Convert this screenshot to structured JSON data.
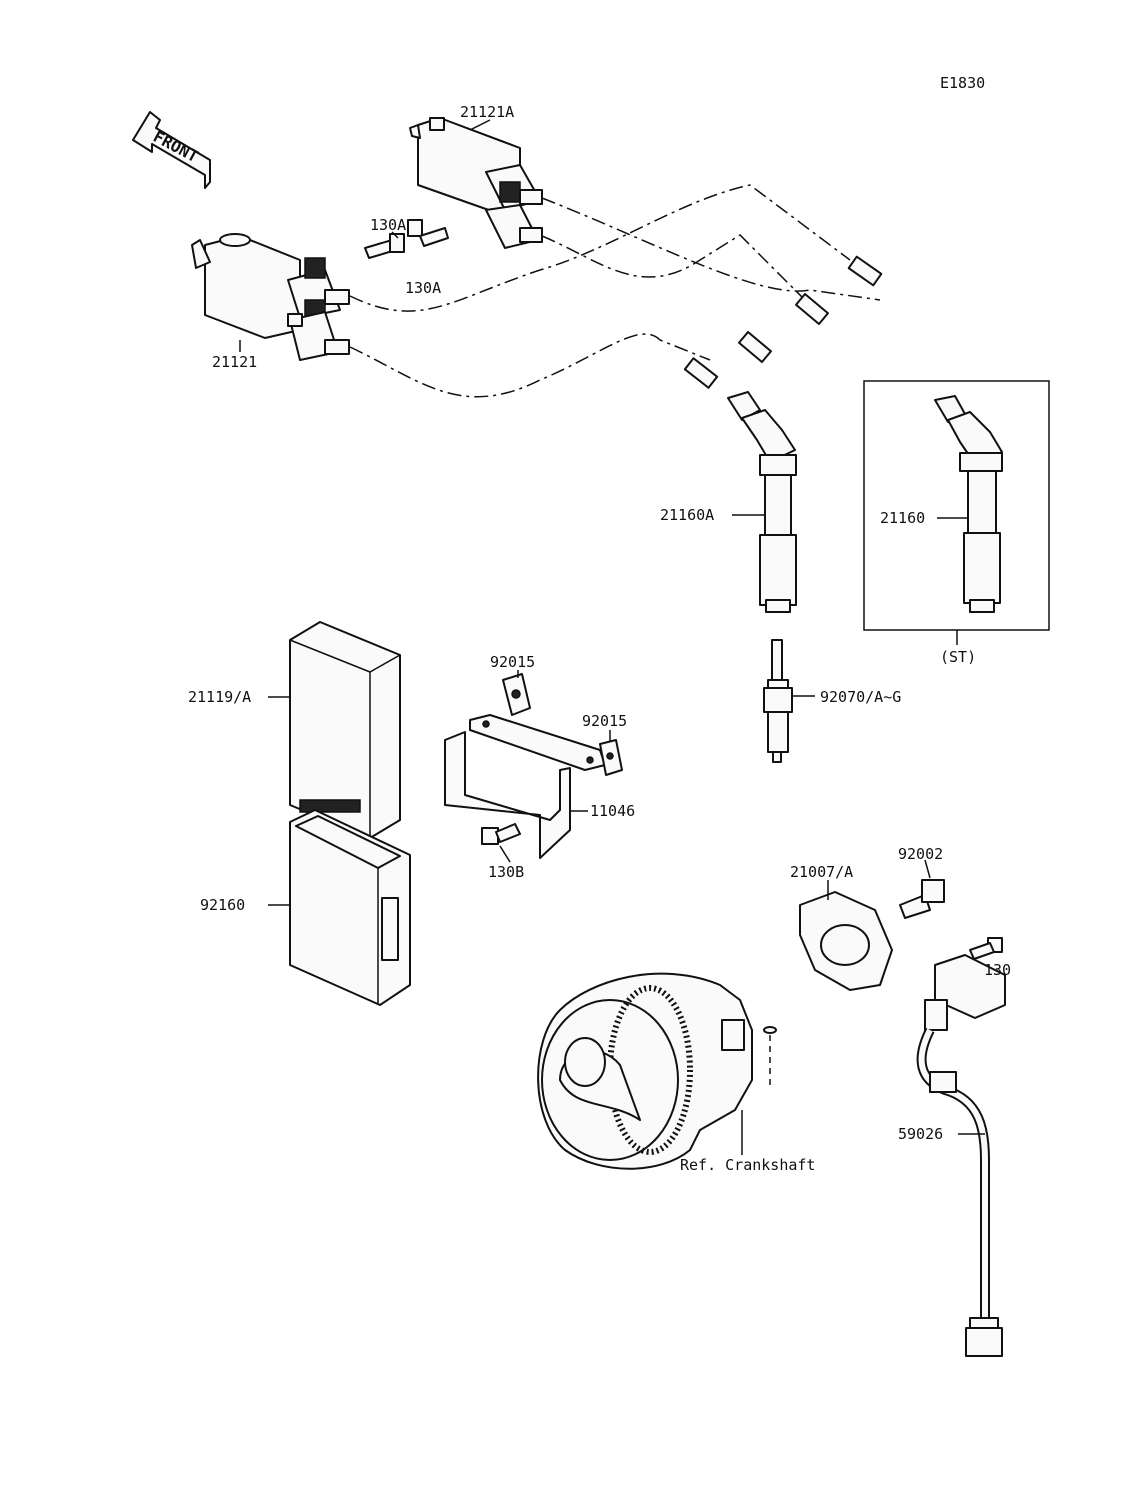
{
  "diagram_code": "E1830",
  "front_arrow_text": "FRONT",
  "labels": {
    "ignition_coil_a": "21121A",
    "ignition_coil": "21121",
    "bolt_upper": "130A",
    "bolt_lower": "130A",
    "plug_cap_a": "21160A",
    "plug_cap_st": "21160",
    "st_box_note": "(ST)",
    "igniter": "21119/A",
    "clip_upper": "92015",
    "clip_lower": "92015",
    "bracket": "11046",
    "bolt_bracket": "130B",
    "spark_plug": "92070/A~G",
    "igniter_case": "92160",
    "timing_rotor": "21007/A",
    "rotor_bolt": "92002",
    "pickup_bolt": "130",
    "pickup_coil": "59026",
    "crankshaft_ref": "Ref. Crankshaft"
  }
}
